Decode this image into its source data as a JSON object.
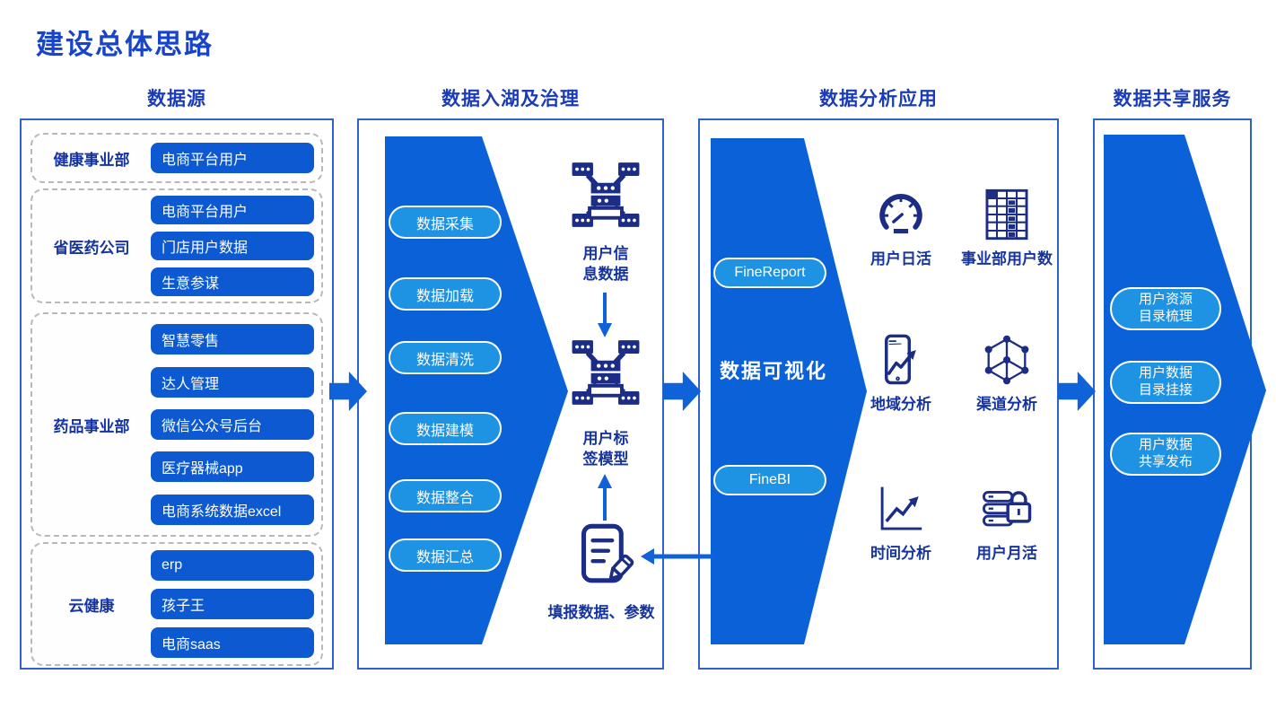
{
  "title": "建设总体思路",
  "colors": {
    "primary_blue": "#0d59d2",
    "chevron_blue": "#0b61d8",
    "pill_blue": "#1e93e3",
    "icon_navy": "#1b2d85",
    "heading_blue": "#1a3cb8",
    "title_blue": "#1744ca"
  },
  "columns": {
    "source": {
      "header": "数据源",
      "groups": [
        {
          "label": "健康事业部",
          "items": [
            "电商平台用户"
          ]
        },
        {
          "label": "省医药公司",
          "items": [
            "电商平台用户",
            "门店用户数据",
            "生意参谋"
          ]
        },
        {
          "label": "药品事业部",
          "items": [
            "智慧零售",
            "达人管理",
            "微信公众号后台",
            "医疗器械app",
            "电商系统数据excel"
          ]
        },
        {
          "label": "云健康",
          "items": [
            "erp",
            "孩子王",
            "电商saas"
          ]
        }
      ]
    },
    "lake": {
      "header": "数据入湖及治理",
      "steps": [
        "数据采集",
        "数据加载",
        "数据清洗",
        "数据建模",
        "数据整合",
        "数据汇总"
      ],
      "artifacts": [
        {
          "icon": "data-model-icon",
          "lines": [
            "用户信",
            "息数据"
          ]
        },
        {
          "icon": "data-model-icon",
          "lines": [
            "用户标",
            "签模型"
          ]
        },
        {
          "icon": "document-pencil-icon",
          "label": "填报数据、参数"
        }
      ]
    },
    "analysis": {
      "header": "数据分析应用",
      "visual_label": "数据可视化",
      "tools": [
        "FineReport",
        "FineBI"
      ],
      "items": [
        {
          "icon": "gauge-icon",
          "label": "用户日活"
        },
        {
          "icon": "table-icon",
          "label": "事业部用户数"
        },
        {
          "icon": "phone-chart-icon",
          "label": "地域分析"
        },
        {
          "icon": "network-cube-icon",
          "label": "渠道分析"
        },
        {
          "icon": "line-chart-icon",
          "label": "时间分析"
        },
        {
          "icon": "server-lock-icon",
          "label": "用户月活"
        }
      ]
    },
    "share": {
      "header": "数据共享服务",
      "pills": [
        {
          "lines": [
            "用户资源",
            "目录梳理"
          ]
        },
        {
          "lines": [
            "用户数据",
            "目录挂接"
          ]
        },
        {
          "lines": [
            "用户数据",
            "共享发布"
          ]
        }
      ]
    }
  }
}
